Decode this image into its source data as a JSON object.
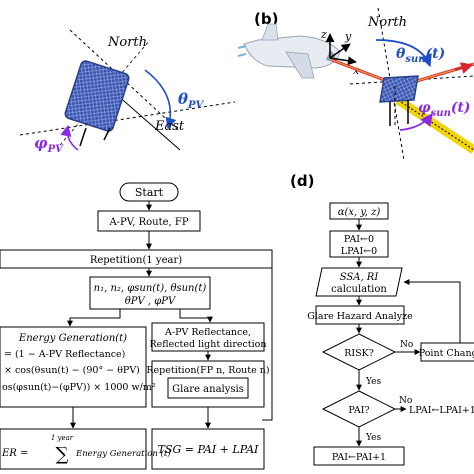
{
  "panel_a": {
    "north": "North",
    "east": "East",
    "theta_pv": "θ",
    "theta_pv_sub": "PV",
    "phi_pv": "φ",
    "phi_pv_sub": "PV"
  },
  "panel_b": {
    "tag": "(b)",
    "north": "North",
    "z": "z",
    "y": "y",
    "x": "x",
    "theta_sun": "θ",
    "theta_sun_sub": "sun",
    "theta_sun_arg": "(t)",
    "phi_sun": "φ",
    "phi_sun_sub": "sun",
    "phi_sun_arg": "(t)"
  },
  "panel_c": {
    "start": "Start",
    "inputs": "A-PV, Route, FP",
    "repetition_year": "Repetition(1 year)",
    "angles_line1": "n₁, n₂, φsun(t), θsun(t)",
    "angles_line2": "θPV , φPV",
    "eg_title": "Energy Generation(t)",
    "eg_line1": "= (1 − A-PV Reflectance)",
    "eg_line2": "× cos(θsun(t) − (90° − θPV)",
    "eg_line3": "os(φsun(t)−(φPV)) × 1000 w/m²",
    "reflect_line1": "A-PV Reflectance,",
    "reflect_line2": "Reflected light direction",
    "rep_fp": "Repetition(FP n, Route n)",
    "glare_analysis": "Glare analysis",
    "er_left": "ER = ",
    "er_sum_top": "1 year",
    "er_sum": "∑",
    "er_right": "Energy Generation (t)",
    "tsg": "TSG = PAI + LPAI"
  },
  "panel_d": {
    "tag": "(d)",
    "alpha": "α(x, y, z)",
    "pai_init": "PAI←0",
    "lpai_init": "LPAI←0",
    "ssa_line1": "SSA, RI",
    "ssa_line2": "calculation",
    "glare_hazard": "Glare Hazard Analyze",
    "risk": "RISK?",
    "no1": "No",
    "point_change": "Point Change",
    "yes1": "Yes",
    "pai_q": "PAI?",
    "no2": "No",
    "lpai_inc": "LPAI←LPAI+1",
    "yes2": "Yes",
    "pai_inc": "PAI←PAI+1"
  },
  "colors": {
    "panel_blue": "#3a56b0",
    "angle_purple": "#8a2be2",
    "angle_blue": "#1f4fc7",
    "ray_red": "#d9262b",
    "ray_yellow": "#f2d40a"
  }
}
